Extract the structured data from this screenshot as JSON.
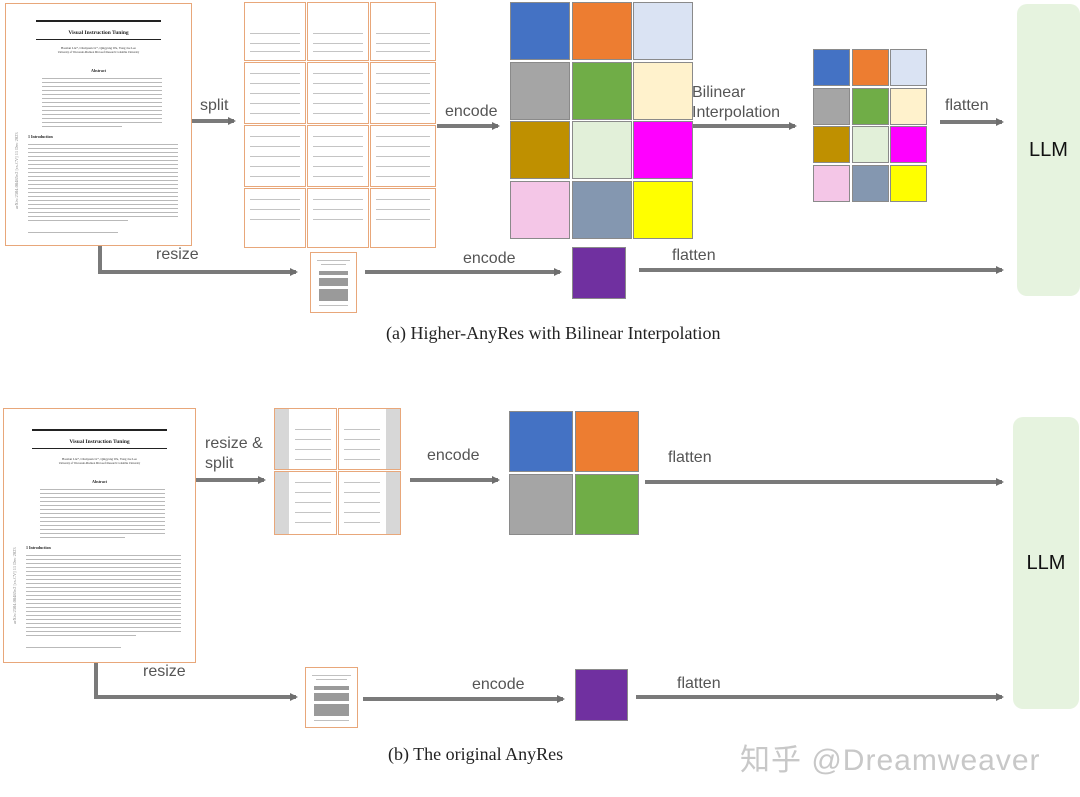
{
  "doc": {
    "title": "Visual Instruction Tuning",
    "authors": "Haotian Liu*, Chunyuan Li*, Qingyang Wu, Yong Jae Lee",
    "affiliation": "University of Wisconsin-Madison  Microsoft Research  Columbia University",
    "sidebar": "arXiv:2304.08485v2 [cs.CV] 11 Dec 2023",
    "abstract_head": "Abstract",
    "intro_head": "1  Introduction"
  },
  "panel_a": {
    "caption": "(a) Higher-AnyRes with Bilinear Interpolation",
    "split_label": "split",
    "encode_label": "encode",
    "interp_label": "Bilinear\nInterpolation",
    "flatten_label": "flatten",
    "resize_label": "resize",
    "encode2_label": "encode",
    "flatten2_label": "flatten",
    "llm_label": "LLM",
    "grid_colors": [
      "#4472c4",
      "#ed7d31",
      "#dae3f3",
      "#a5a5a5",
      "#70ad47",
      "#fff2cc",
      "#bf9000",
      "#e2f0d9",
      "#ff00ff",
      "#f4c6e7",
      "#8497b0",
      "#ffff00"
    ],
    "small_colors": [
      "#4472c4",
      "#ed7d31",
      "#dae3f3",
      "#a5a5a5",
      "#70ad47",
      "#fff2cc",
      "#bf9000",
      "#e2f0d9",
      "#ff00ff",
      "#f4c6e7",
      "#8497b0",
      "#ffff00"
    ],
    "global_color": "#7030a0"
  },
  "panel_b": {
    "caption": "(b) The original AnyRes",
    "split_label": "resize &\nsplit",
    "encode_label": "encode",
    "flatten_label": "flatten",
    "resize_label": "resize",
    "encode2_label": "encode",
    "flatten2_label": "flatten",
    "llm_label": "LLM",
    "grid_colors": [
      "#4472c4",
      "#ed7d31",
      "#a5a5a5",
      "#70ad47"
    ],
    "global_color": "#7030a0"
  },
  "watermark": "知乎 @Dreamweaver"
}
